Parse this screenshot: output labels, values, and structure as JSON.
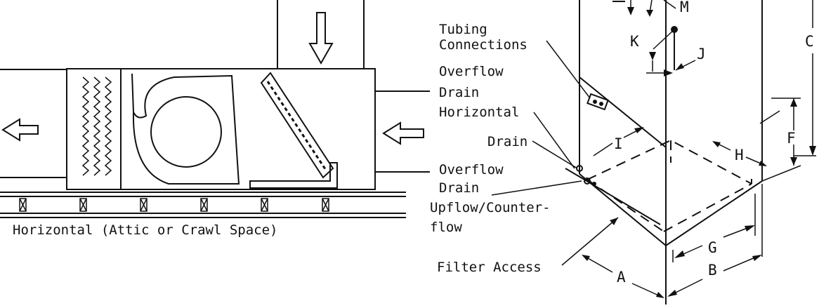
{
  "labels": {
    "tubing_1": "Tubing",
    "tubing_2": "Connections",
    "overflow_h_1": "Overflow",
    "overflow_h_2": "Drain",
    "overflow_h_3": "Horizontal",
    "drain": "Drain",
    "overflow_u_1": "Overflow",
    "overflow_u_2": "Drain",
    "overflow_u_3": "Upflow/Counter-",
    "overflow_u_4": "flow",
    "filter_access": "Filter Access",
    "horizontal_caption": "Horizontal (Attic or Crawl Space)"
  },
  "dimensions": {
    "a": "A",
    "b": "B",
    "c": "C",
    "f": "F",
    "g": "G",
    "h": "H",
    "i": "I",
    "j": "J",
    "k": "K",
    "m": "M"
  }
}
